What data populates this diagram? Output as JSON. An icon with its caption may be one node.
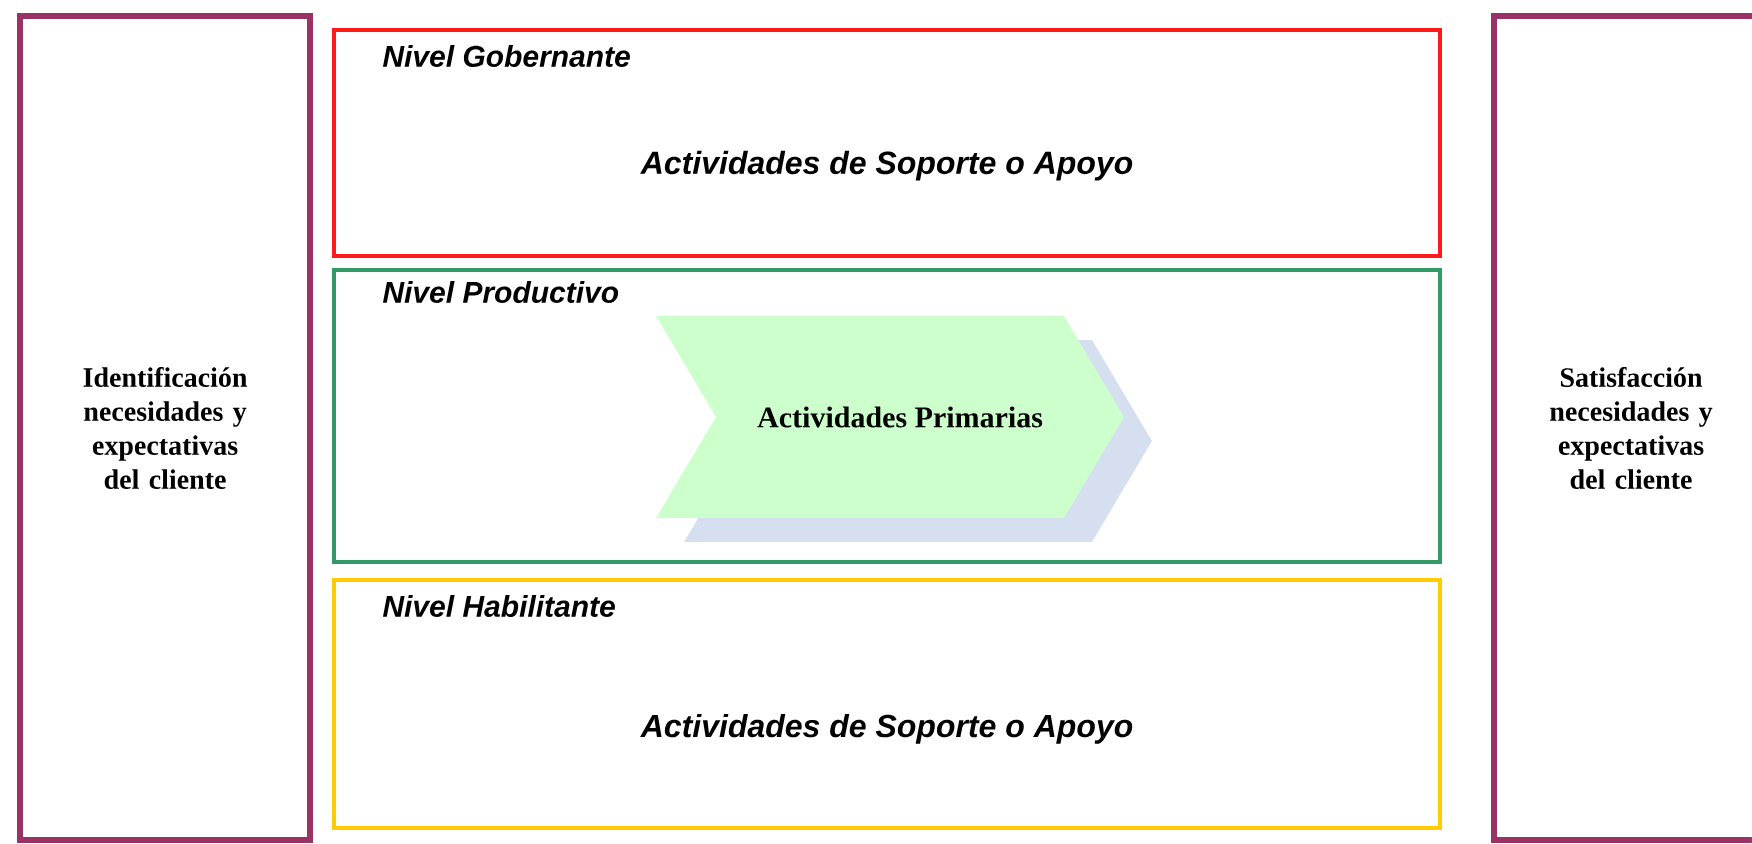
{
  "diagram": {
    "nodes": [
      {
        "text": [
          "Identificación necesidades y expectativas del cliente"
        ]
      },
      {
        "text": [
          "Nivel Gobernante",
          "Actividades de Soporte o Apoyo"
        ]
      },
      {
        "text": [
          "Nivel Productivo"
        ]
      },
      {
        "text": [
          "Actividades Primarias"
        ],
        "in": 2
      },
      {
        "text": [
          "Nivel Habilitante",
          "Actividades de Soporte o Apoyo"
        ]
      },
      {
        "text": [
          "Satisfacción necesidades y expectativas del cliente"
        ]
      }
    ]
  }
}
